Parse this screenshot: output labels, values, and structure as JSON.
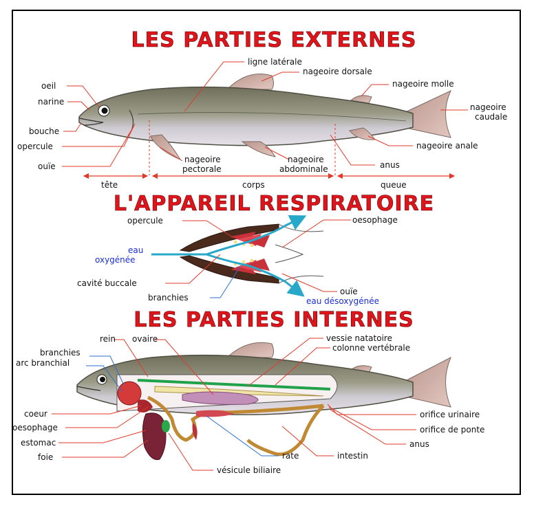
{
  "sections": {
    "external": "LES PARTIES EXTERNES",
    "respiratory": "L'APPAREIL RESPIRATOIRE",
    "internal": "LES PARTIES INTERNES"
  },
  "external_labels": {
    "oeil": "oeil",
    "narine": "narine",
    "bouche": "bouche",
    "opercule": "opercule",
    "ouie": "ouïe",
    "ligne_laterale": "ligne latérale",
    "nageoire_dorsale": "nageoire dorsale",
    "nageoire_molle": "nageoire molle",
    "nageoire_caudale_1": "nageoire",
    "nageoire_caudale_2": "caudale",
    "nageoire_anale": "nageoire anale",
    "anus": "anus",
    "nageoire_pectorale_1": "nageoire",
    "nageoire_pectorale_2": "pectorale",
    "nageoire_abdominale_1": "nageoire",
    "nageoire_abdominale_2": "abdominale",
    "tete": "tête",
    "corps": "corps",
    "queue": "queue"
  },
  "respiratory_labels": {
    "opercule": "opercule",
    "oesophage": "oesophage",
    "eau": "eau",
    "oxygenee": "oxygénée",
    "cavite_buccale": "cavité buccale",
    "branchies": "branchies",
    "ouie": "ouïe",
    "eau_desoxygenee": "eau désoxygénée"
  },
  "internal_labels": {
    "rein": "rein",
    "ovaire": "ovaire",
    "vessie_natatoire": "vessie natatoire",
    "colonne_vertebrale": "colonne vertébrale",
    "branchies": "branchies",
    "arc_branchial": "arc branchial",
    "coeur": "coeur",
    "oesophage": "oesophage",
    "estomac": "estomac",
    "foie": "foie",
    "rate": "rate",
    "intestin": "intestin",
    "vesicule_biliaire": "vésicule biliaire",
    "orifice_urinaire": "orifice urinaire",
    "orifice_de_ponte": "orifice de ponte",
    "anus": "anus"
  },
  "colors": {
    "title": "#e0141b",
    "fish_body": "#8f8f78",
    "fish_belly": "#d4d0d6",
    "fins": "#c8a49c",
    "leader": "#e23a2a",
    "blue_text": "#1b2fd6",
    "water_arrow": "#27a8c9"
  }
}
